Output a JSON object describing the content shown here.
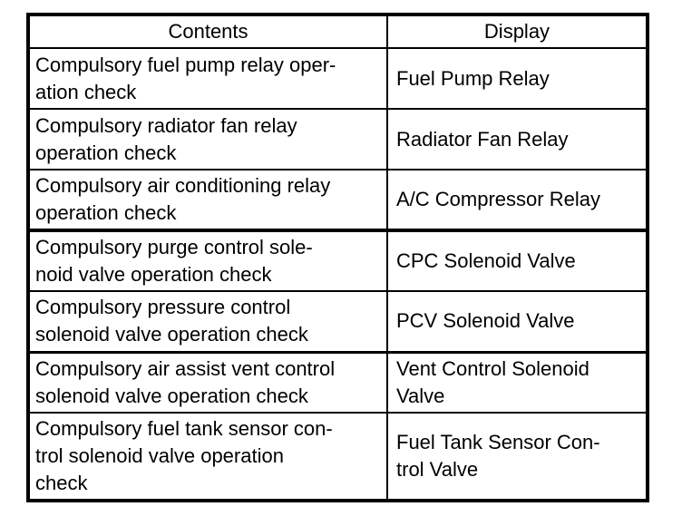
{
  "table": {
    "columns": [
      {
        "key": "contents",
        "label": "Contents"
      },
      {
        "key": "display",
        "label": "Display"
      }
    ],
    "rows": [
      {
        "contents": "Compulsory fuel pump relay oper-\nation check",
        "display": "Fuel Pump Relay"
      },
      {
        "contents": "Compulsory radiator fan relay\noperation check",
        "display": "Radiator Fan Relay"
      },
      {
        "contents": "Compulsory air conditioning relay\noperation check",
        "display": "A/C Compressor Relay"
      },
      {
        "contents": "Compulsory purge control sole-\nnoid valve operation check",
        "display": "CPC Solenoid Valve"
      },
      {
        "contents": "Compulsory pressure control\nsolenoid valve operation check",
        "display": "PCV Solenoid Valve"
      },
      {
        "contents": "Compulsory air assist vent control\nsolenoid valve operation check",
        "display": "Vent Control Solenoid\nValve"
      },
      {
        "contents": "Compulsory fuel tank sensor con-\ntrol solenoid valve operation\ncheck",
        "display": "Fuel Tank Sensor Con-\ntrol Valve"
      }
    ],
    "colors": {
      "border": "#000000",
      "text": "#000000",
      "background": "#ffffff"
    }
  }
}
